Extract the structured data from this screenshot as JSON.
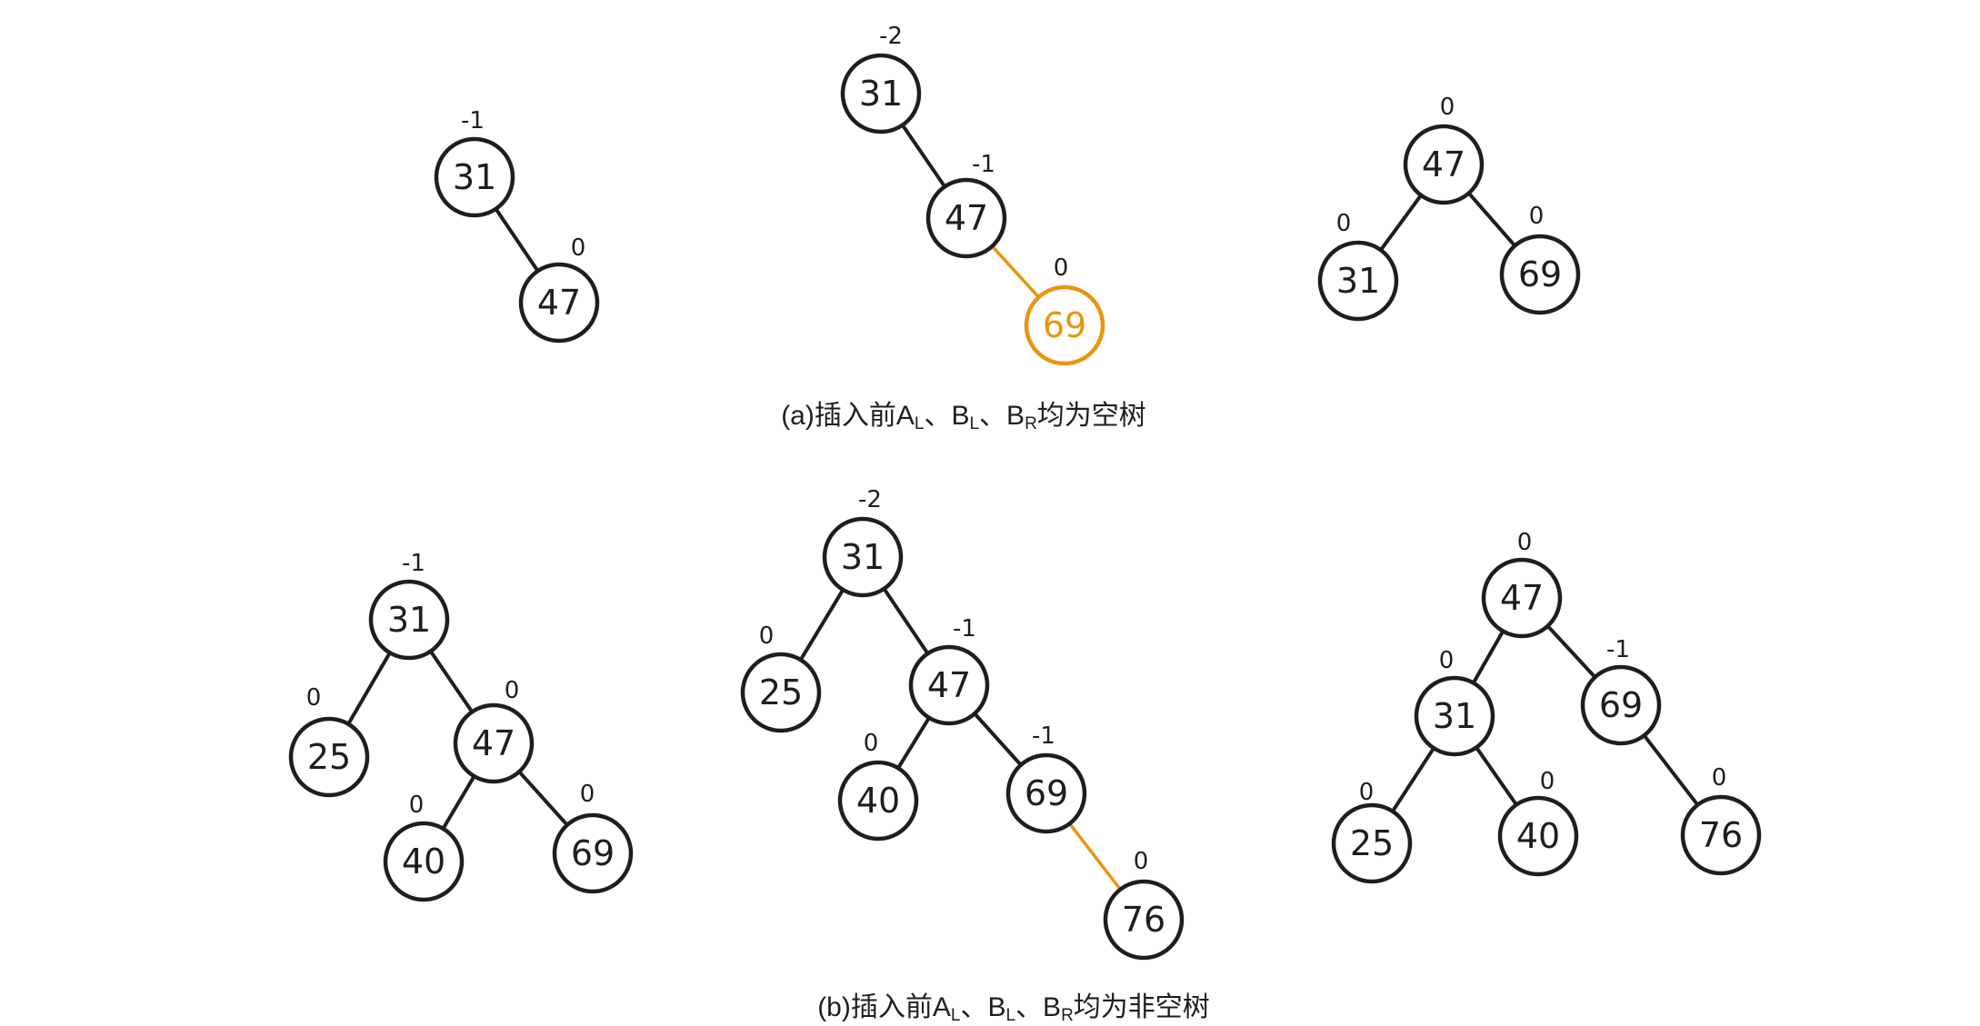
{
  "colors": {
    "ink": "#1e1e1e",
    "highlight": "#e8950f"
  },
  "captions": {
    "a": {
      "prefix": "(a)插入前",
      "A": "A",
      "A_sub": "L",
      "sep1": "、",
      "B1": "B",
      "B1_sub": "L",
      "sep2": "、",
      "B2": "B",
      "B2_sub": "R",
      "suffix": "均为空树"
    },
    "b": {
      "prefix": "(b)插入前",
      "A": "A",
      "A_sub": "L",
      "sep1": "、",
      "B1": "B",
      "B1_sub": "L",
      "sep2": "、",
      "B2": "B",
      "B2_sub": "R",
      "suffix": "均为非空树"
    }
  },
  "trees": [
    {
      "id": "a1",
      "nodes": [
        {
          "id": "31",
          "label": "31",
          "bf": "-1"
        },
        {
          "id": "47",
          "label": "47",
          "bf": "0"
        }
      ],
      "edges": [
        {
          "from": "31",
          "to": "47"
        }
      ]
    },
    {
      "id": "a2",
      "nodes": [
        {
          "id": "31",
          "label": "31",
          "bf": "-2"
        },
        {
          "id": "47",
          "label": "47",
          "bf": "-1"
        },
        {
          "id": "69",
          "label": "69",
          "bf": "0",
          "highlight": true
        }
      ],
      "edges": [
        {
          "from": "31",
          "to": "47"
        },
        {
          "from": "47",
          "to": "69",
          "highlight": true
        }
      ]
    },
    {
      "id": "a3",
      "nodes": [
        {
          "id": "47",
          "label": "47",
          "bf": "0"
        },
        {
          "id": "31",
          "label": "31",
          "bf": "0"
        },
        {
          "id": "69",
          "label": "69",
          "bf": "0"
        }
      ],
      "edges": [
        {
          "from": "47",
          "to": "31"
        },
        {
          "from": "47",
          "to": "69"
        }
      ]
    },
    {
      "id": "b1",
      "nodes": [
        {
          "id": "31",
          "label": "31",
          "bf": "-1"
        },
        {
          "id": "25",
          "label": "25",
          "bf": "0"
        },
        {
          "id": "47",
          "label": "47",
          "bf": "0"
        },
        {
          "id": "40",
          "label": "40",
          "bf": "0"
        },
        {
          "id": "69",
          "label": "69",
          "bf": "0"
        }
      ],
      "edges": [
        {
          "from": "31",
          "to": "25"
        },
        {
          "from": "31",
          "to": "47"
        },
        {
          "from": "47",
          "to": "40"
        },
        {
          "from": "47",
          "to": "69"
        }
      ]
    },
    {
      "id": "b2",
      "nodes": [
        {
          "id": "31",
          "label": "31",
          "bf": "-2"
        },
        {
          "id": "25",
          "label": "25",
          "bf": "0"
        },
        {
          "id": "47",
          "label": "47",
          "bf": "-1"
        },
        {
          "id": "40",
          "label": "40",
          "bf": "0"
        },
        {
          "id": "69",
          "label": "69",
          "bf": "-1"
        },
        {
          "id": "76",
          "label": "76",
          "bf": "0"
        }
      ],
      "edges": [
        {
          "from": "31",
          "to": "25"
        },
        {
          "from": "31",
          "to": "47"
        },
        {
          "from": "47",
          "to": "40"
        },
        {
          "from": "47",
          "to": "69"
        },
        {
          "from": "69",
          "to": "76",
          "highlight": true
        }
      ]
    },
    {
      "id": "b3",
      "nodes": [
        {
          "id": "47",
          "label": "47",
          "bf": "0"
        },
        {
          "id": "31",
          "label": "31",
          "bf": "0"
        },
        {
          "id": "69",
          "label": "69",
          "bf": "-1"
        },
        {
          "id": "25",
          "label": "25",
          "bf": "0"
        },
        {
          "id": "40",
          "label": "40",
          "bf": "0"
        },
        {
          "id": "76",
          "label": "76",
          "bf": "0"
        }
      ],
      "edges": [
        {
          "from": "47",
          "to": "31"
        },
        {
          "from": "47",
          "to": "69"
        },
        {
          "from": "31",
          "to": "25"
        },
        {
          "from": "31",
          "to": "40"
        },
        {
          "from": "69",
          "to": "76"
        }
      ]
    }
  ]
}
